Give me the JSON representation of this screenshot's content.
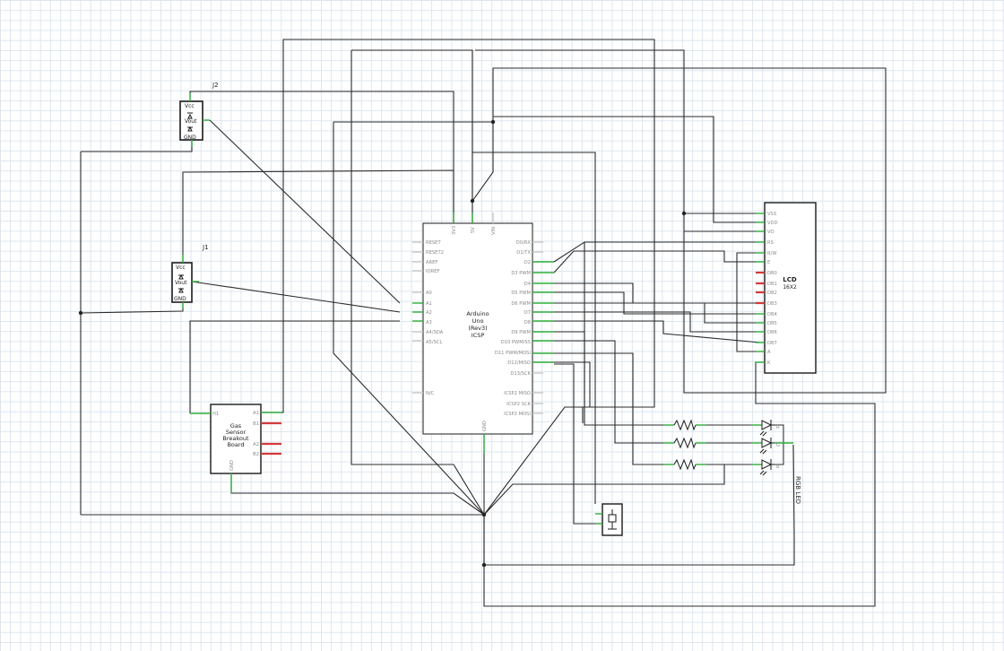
{
  "connectors": {
    "j2": "J2",
    "j1": "J1"
  },
  "light_sensor": {
    "vcc": "Vcc",
    "vout": "Vout",
    "gnd": "GND"
  },
  "arduino": {
    "name_lines": [
      "Arduino",
      "Uno",
      "(Rev3)",
      "ICSP"
    ],
    "top_pins": [
      "3V3",
      "5V",
      "VIN"
    ],
    "bottom_pin": "GND",
    "left_pins": [
      "RESET",
      "RESET2",
      "AREF",
      "IOREF",
      "A0",
      "A1",
      "A2",
      "A3",
      "A4/SDA",
      "A5/SCL",
      "N/C"
    ],
    "right_pins": [
      "D0/RX",
      "D1/TX",
      "D2",
      "D3 PWM",
      "D4",
      "D5 PWM",
      "D6 PWM",
      "D7",
      "D8",
      "D9 PWM",
      "D10 PWM/SS",
      "D11 PWM/MOSI",
      "D12/MISO",
      "D13/SCK",
      "ICSP2 MISO",
      "ICSP2 SCK",
      "ICSP2 MOSI"
    ]
  },
  "lcd": {
    "title": "LCD",
    "subtitle": "16X2",
    "pins": [
      "VSS",
      "VDD",
      "VO",
      "RS",
      "R/W",
      "E",
      "DB0",
      "DB1",
      "DB2",
      "DB3",
      "DB4",
      "DB5",
      "DB6",
      "DB7",
      "A",
      "K"
    ]
  },
  "gas_sensor": {
    "title_lines": [
      "Gas",
      "Sensor",
      "Breakout",
      "Board"
    ],
    "left_pin": "H1",
    "right_pins": [
      "A1",
      "B1",
      "A2",
      "B2"
    ],
    "bottom_pin": "GND"
  },
  "rgb_led": {
    "label": "RGB LED",
    "pins": [
      "R",
      "G",
      "B"
    ]
  },
  "colors": {
    "wire": "#2b2b2b",
    "pin": "#2fae3a",
    "pin_unused": "#d23b3b",
    "grid": "#dde6ee"
  }
}
